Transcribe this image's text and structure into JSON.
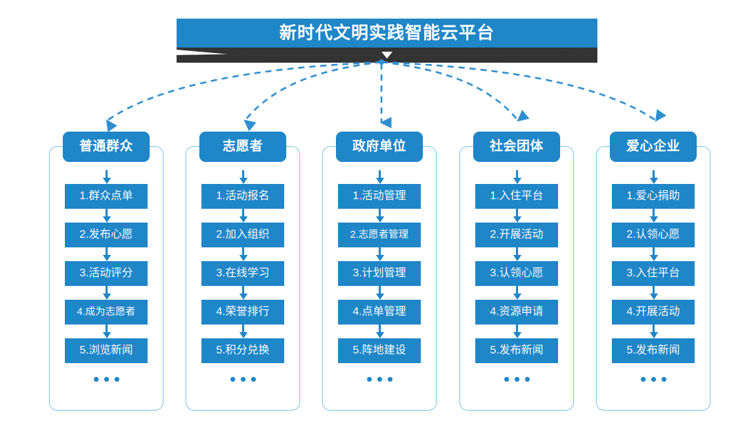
{
  "banner": {
    "title": "新时代文明实践智能云平台",
    "bar_color": "#1f86c8",
    "ribbon_color": "#333333",
    "chevron_icon": "chevron-down-icon"
  },
  "theme": {
    "accent": "#1f86c8",
    "outline": "#7ec3e8",
    "background": "#ffffff",
    "text_on_accent": "#ffffff"
  },
  "connectors": {
    "style": "dashed-curved-arrow",
    "color": "#2e8fd0",
    "count": 5,
    "origin_label": "新时代文明实践智能云平台"
  },
  "ellipsis_label": "...",
  "columns": [
    {
      "header": "普通群众",
      "items": [
        "1.群众点单",
        "2.发布心愿",
        "3.活动评分",
        "4.成为志愿者",
        "5.浏览新闻"
      ]
    },
    {
      "header": "志愿者",
      "items": [
        "1.活动报名",
        "2.加入组织",
        "3.在线学习",
        "4.荣誉排行",
        "5.积分兑换"
      ]
    },
    {
      "header": "政府单位",
      "items": [
        "1.活动管理",
        "2.志愿者管理",
        "3.计划管理",
        "4.点单管理",
        "5.阵地建设"
      ]
    },
    {
      "header": "社会团体",
      "items": [
        "1.入住平台",
        "2.开展活动",
        "3.认领心愿",
        "4.资源申请",
        "5.发布新闻"
      ]
    },
    {
      "header": "爱心企业",
      "items": [
        "1.爱心捐助",
        "2.认领心愿",
        "3.入住平台",
        "4.开展活动",
        "5.发布新闻"
      ]
    }
  ]
}
